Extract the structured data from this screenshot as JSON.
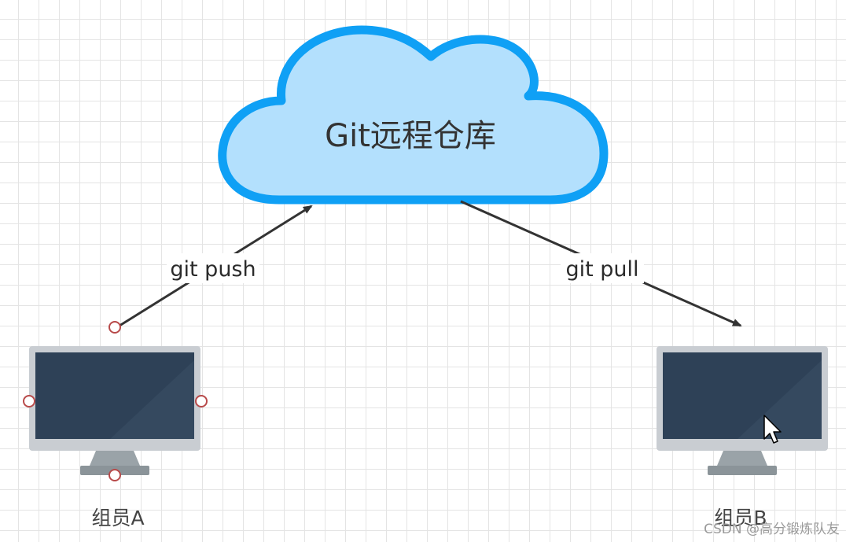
{
  "cloud": {
    "title": "Git远程仓库",
    "fill": "#b3e0fd",
    "stroke": "#0fa0f5"
  },
  "edges": {
    "push_label": "git push",
    "pull_label": "git pull",
    "line_color": "#333333"
  },
  "members": {
    "a_label": "组员A",
    "b_label": "组员B"
  },
  "monitor": {
    "screen_color": "#2e4157",
    "frame_color": "#c9cdd2",
    "stand_color": "#8b9499"
  },
  "selection_handle_color": "#b84a4a",
  "watermark": "CSDN @高分锻炼队友"
}
